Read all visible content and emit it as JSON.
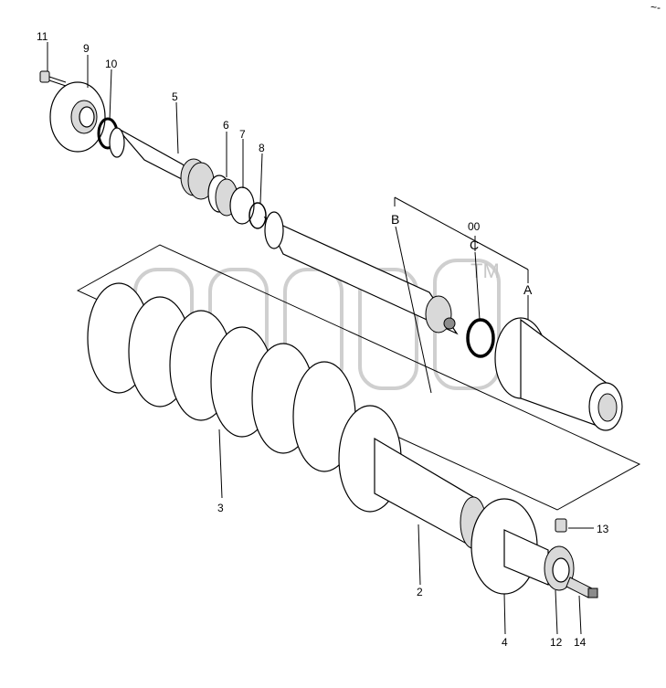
{
  "labels": {
    "p1": "11",
    "p2": "9",
    "p3": "10",
    "p4": "5",
    "p5": "6",
    "p6": "7",
    "p7": "8",
    "p8": "B",
    "p9": "00",
    "p10": "C",
    "p11": "A",
    "p12": "3",
    "p13": "2",
    "p14": "13",
    "p15": "4",
    "p16": "12",
    "p17": "14"
  },
  "watermark": {
    "tm": "TM"
  },
  "corner_mark": "~-"
}
